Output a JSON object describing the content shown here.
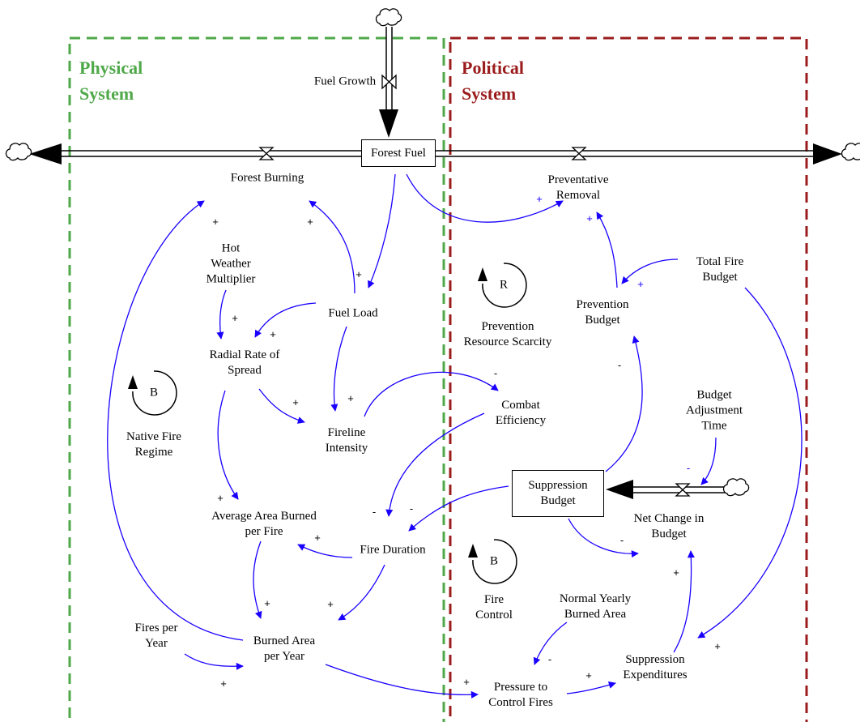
{
  "colors": {
    "physical": "#4fa84a",
    "political": "#9b1c1c",
    "link": "#1a00ff",
    "ink": "#000000"
  },
  "regions": {
    "physical_title": "Physical\nSystem",
    "political_title": "Political\nSystem"
  },
  "stocks": {
    "forest_fuel": "Forest Fuel",
    "suppression_budget": "Suppression\nBudget"
  },
  "flows": {
    "fuel_growth": "Fuel Growth",
    "forest_burning": "Forest Burning",
    "preventative_removal": "Preventative\nRemoval",
    "net_change_in_budget": "Net Change in\nBudget"
  },
  "variables": {
    "hot_weather_multiplier": "Hot\nWeather\nMultiplier",
    "fuel_load": "Fuel Load",
    "radial_rate_of_spread": "Radial Rate of\nSpread",
    "fireline_intensity": "Fireline\nIntensity",
    "combat_efficiency": "Combat\nEfficiency",
    "average_area_burned_per_fire": "Average Area Burned\nper Fire",
    "fire_duration": "Fire Duration",
    "fires_per_year": "Fires per\nYear",
    "burned_area_per_year": "Burned Area\nper Year",
    "pressure_to_control_fires": "Pressure to\nControl Fires",
    "suppression_expenditures": "Suppression\nExpenditures",
    "normal_yearly_burned_area": "Normal Yearly\nBurned Area",
    "budget_adjustment_time": "Budget\nAdjustment\nTime",
    "prevention_budget": "Prevention\nBudget",
    "total_fire_budget": "Total Fire\nBudget"
  },
  "loops": {
    "native_fire_regime": {
      "type": "B",
      "label": "Native Fire\nRegime"
    },
    "prevention_resource_scarcity": {
      "type": "R",
      "label": "Prevention\nResource Scarcity"
    },
    "fire_control": {
      "type": "B",
      "label": "Fire\nControl"
    }
  },
  "polarity": {
    "plus": "+",
    "minus": "-"
  },
  "icons": {
    "cloud": "cloud-icon",
    "valve": "valve-icon"
  }
}
